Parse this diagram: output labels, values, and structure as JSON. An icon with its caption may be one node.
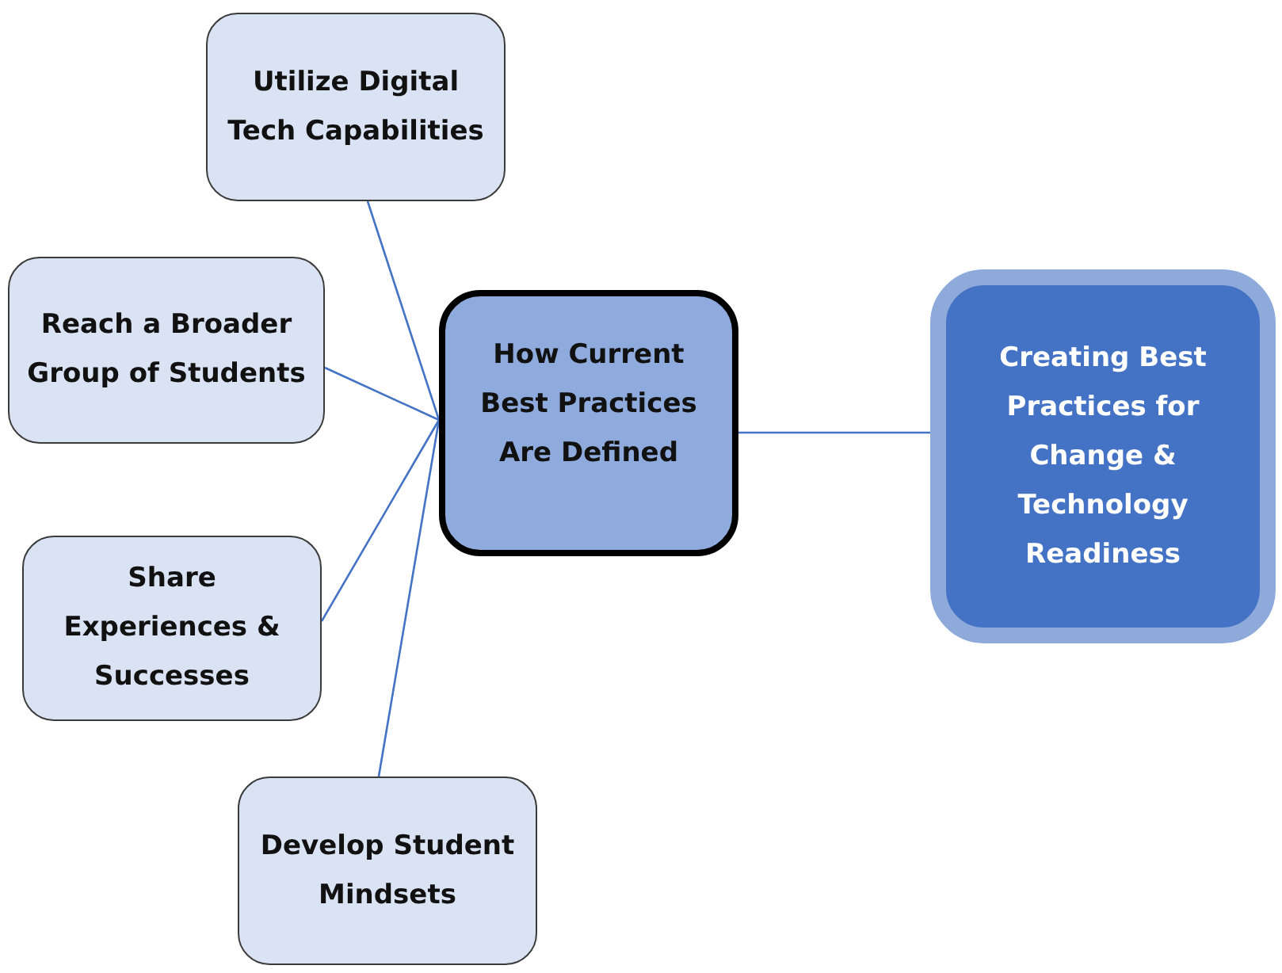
{
  "diagram": {
    "nodes": [
      {
        "text": [
          "Utilize Digital Tech Capabilities"
        ]
      },
      {
        "text": [
          "Reach a Broader Group of Students"
        ]
      },
      {
        "text": [
          "How Current Best Practices Are Defined"
        ]
      },
      {
        "text": [
          "Creating Best Practices for Change & Technology Readiness"
        ]
      },
      {
        "text": [
          "Share Experiences & Successes"
        ]
      },
      {
        "text": [
          "Develop Student Mindsets"
        ]
      }
    ],
    "edges": [
      {
        "from": 2,
        "to": 0,
        "arrow": "none"
      },
      {
        "from": 2,
        "to": 1,
        "arrow": "none"
      },
      {
        "from": 2,
        "to": 4,
        "arrow": "none"
      },
      {
        "from": 2,
        "to": 5,
        "arrow": "none"
      },
      {
        "from": 2,
        "to": 3,
        "arrow": "none"
      }
    ]
  }
}
